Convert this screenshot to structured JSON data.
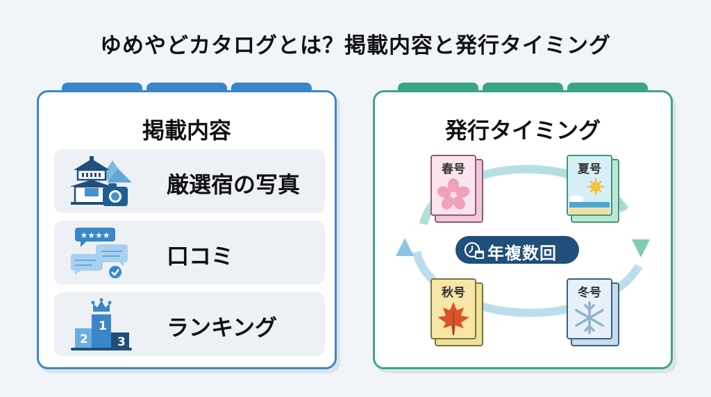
{
  "title": "ゆめやどカタログとは？掲載内容と発行タイミング",
  "left_panel": {
    "title": "掲載内容",
    "items": [
      {
        "label": "厳選宿の写真",
        "icon": "inn-camera-icon"
      },
      {
        "label": "口コミ",
        "icon": "review-chat-icon"
      },
      {
        "label": "ランキング",
        "icon": "podium-ranking-icon",
        "podium_numbers": [
          "1",
          "2",
          "3"
        ]
      }
    ]
  },
  "right_panel": {
    "title": "発行タイミング",
    "issues": [
      {
        "label": "春号",
        "icon": "sakura-icon"
      },
      {
        "label": "夏号",
        "icon": "sun-beach-icon"
      },
      {
        "label": "秋号",
        "icon": "maple-leaf-icon"
      },
      {
        "label": "冬号",
        "icon": "snowflake-icon"
      }
    ],
    "center_badge": {
      "label": "年複数回",
      "icon": "clock-calendar-icon"
    }
  },
  "colors": {
    "left_accent": "#3a86c8",
    "right_accent": "#3aa583",
    "badge": "#1f4f7a"
  }
}
